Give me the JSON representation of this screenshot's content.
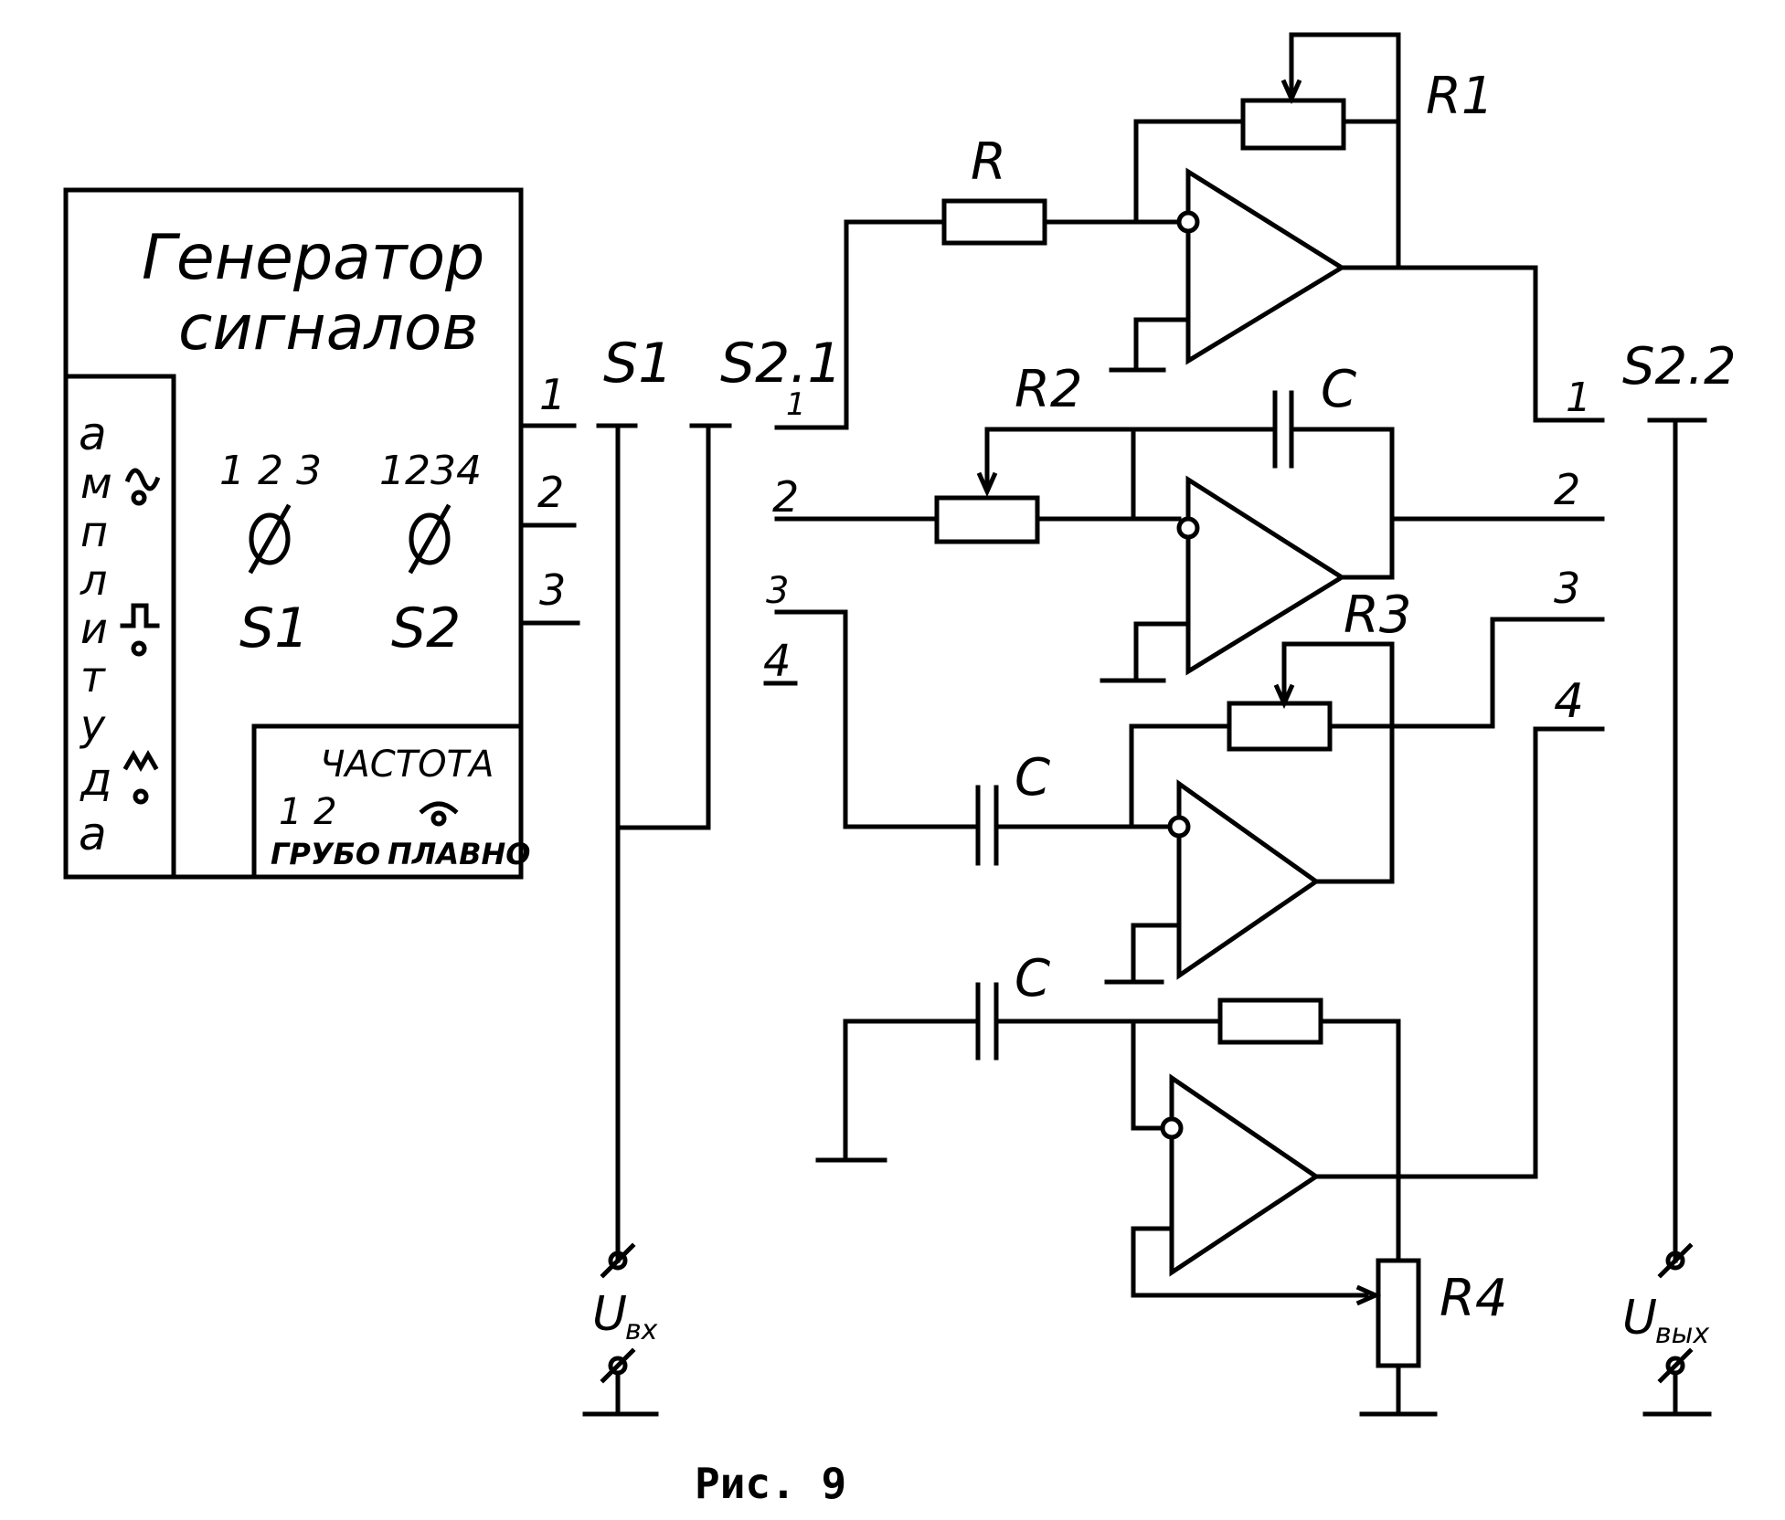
{
  "generator": {
    "title_line1": "Генератор",
    "title_line2": "сигналов",
    "amplitude_letters": [
      "а",
      "м",
      "п",
      "л",
      "и",
      "т",
      "у",
      "д",
      "а"
    ],
    "switch_positions_s1": "1 2 3",
    "switch_positions_s2": "1234",
    "switch_s1_label": "S1",
    "switch_s2_label": "S2",
    "frequency_label": "ЧАСТОТА",
    "coarse_positions": "1 2",
    "coarse_label": "ГРУБО",
    "fine_label": "ПЛАВНО",
    "outputs": [
      "1",
      "2",
      "3"
    ]
  },
  "switches": {
    "s1": "S1",
    "s2_1": "S2.1",
    "s2_2": "S2.2",
    "s2_1_positions": [
      "1",
      "2",
      "3",
      "4"
    ],
    "s2_2_positions": [
      "1",
      "2",
      "3",
      "4"
    ]
  },
  "components": {
    "r": "R",
    "r1": "R1",
    "r2": "R2",
    "r3": "R3",
    "r4": "R4",
    "c": "C"
  },
  "terminals": {
    "u_in_symbol": "U",
    "u_in_sub": "вх",
    "u_out_symbol": "U",
    "u_out_sub": "вых"
  },
  "caption": "Рис. 9"
}
